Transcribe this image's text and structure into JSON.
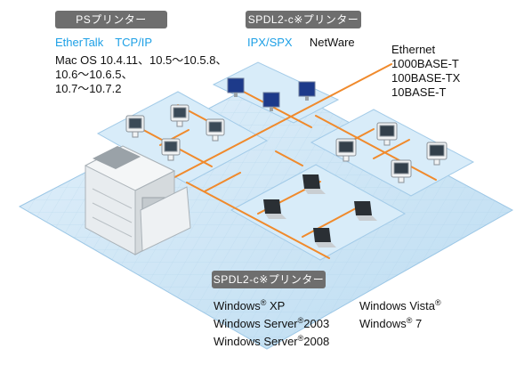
{
  "ps_group": {
    "badge": "PSプリンター",
    "protocols": "EtherTalk　TCP/IP",
    "os_lines": [
      "Mac OS 10.4.11、10.5～10.5.8、",
      "10.6～10.6.5、",
      "10.7～10.7.2"
    ]
  },
  "spdl_group_top": {
    "badge": "SPDL2-c※プリンター",
    "protocol_blue": "IPX/SPX",
    "protocol_black": "NetWare"
  },
  "ethernet": {
    "lines": [
      "Ethernet",
      "1000BASE-T",
      "100BASE-TX",
      "10BASE-T"
    ]
  },
  "spdl_group_bottom": {
    "badge": "SPDL2-c※プリンター",
    "windows_left": [
      {
        "name": "Windows",
        "mark": "®",
        "suffix": " XP"
      },
      {
        "name": "Windows Server",
        "mark": "®",
        "suffix": "2003"
      },
      {
        "name": "Windows Server",
        "mark": "®",
        "suffix": "2008"
      }
    ],
    "windows_right": [
      {
        "name": "Windows Vista",
        "mark": "®",
        "suffix": ""
      },
      {
        "name": "Windows",
        "mark": "®",
        "suffix": " 7"
      }
    ]
  },
  "colors": {
    "floor": "#cfe6f6",
    "floor_edge": "#9cc7e6",
    "cable": "#f08a2c",
    "badge": "#6e6e6e",
    "accent_text": "#1ea0e6"
  }
}
